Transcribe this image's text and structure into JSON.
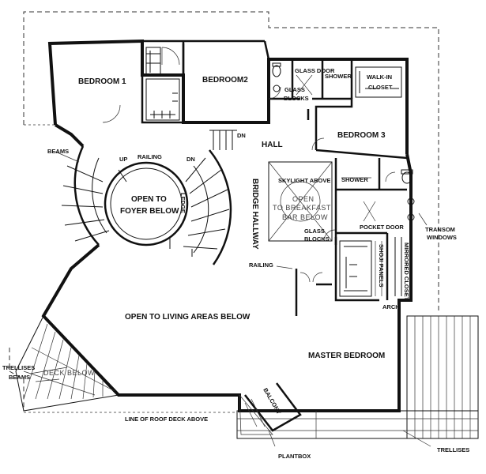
{
  "rooms": {
    "bedroom1": "BEDROOM 1",
    "bedroom2": "BEDROOM2",
    "bedroom3": "BEDROOM 3",
    "master": "MASTER BEDROOM",
    "hall": "HALL",
    "bridge": "BRIDGE HALLWAY",
    "open_foyer_1": "OPEN TO",
    "open_foyer_2": "FOYER BELOW",
    "open_living": "OPEN TO LIVING AREAS BELOW",
    "open_bfast_1": "OPEN",
    "open_bfast_2": "TO BREAKFAST",
    "open_bfast_3": "BAR BELOW",
    "deck_below": "DECK BELOW",
    "balcony": "BALCONY"
  },
  "labels": {
    "glass_door": "GLASS DOOR",
    "shower_top": "SHOWER",
    "walkin_1": "WALK-IN",
    "walkin_2": "CLOSET",
    "glass_blocks_top_1": "GLASS",
    "glass_blocks_top_2": "BLOCKS",
    "dn_top": "DN",
    "dn_stair": "DN",
    "up": "UP",
    "railing_top": "RAILING",
    "railing_bottom": "RAILING",
    "beams_top": "BEAMS",
    "ledge": "LEDGE",
    "skylight": "SKYLIGHT ABOVE",
    "shower_mid": "SHOWER",
    "glass_blocks_mid_1": "GLASS",
    "glass_blocks_mid_2": "BLOCKS",
    "pocket_door": "POCKET DOOR",
    "shoji": "SHOJI PANELS",
    "mirrored": "MIRRORED CLOSET",
    "transom_1": "TRANSOM",
    "transom_2": "WINDOWS",
    "arch": "ARCH",
    "trellises_left": "TRELLISES",
    "beams_left": "BEAMS",
    "roof_deck": "LINE OF ROOF DECK ABOVE",
    "plantbox": "PLANTBOX",
    "trellises_bottom": "TRELLISES"
  }
}
